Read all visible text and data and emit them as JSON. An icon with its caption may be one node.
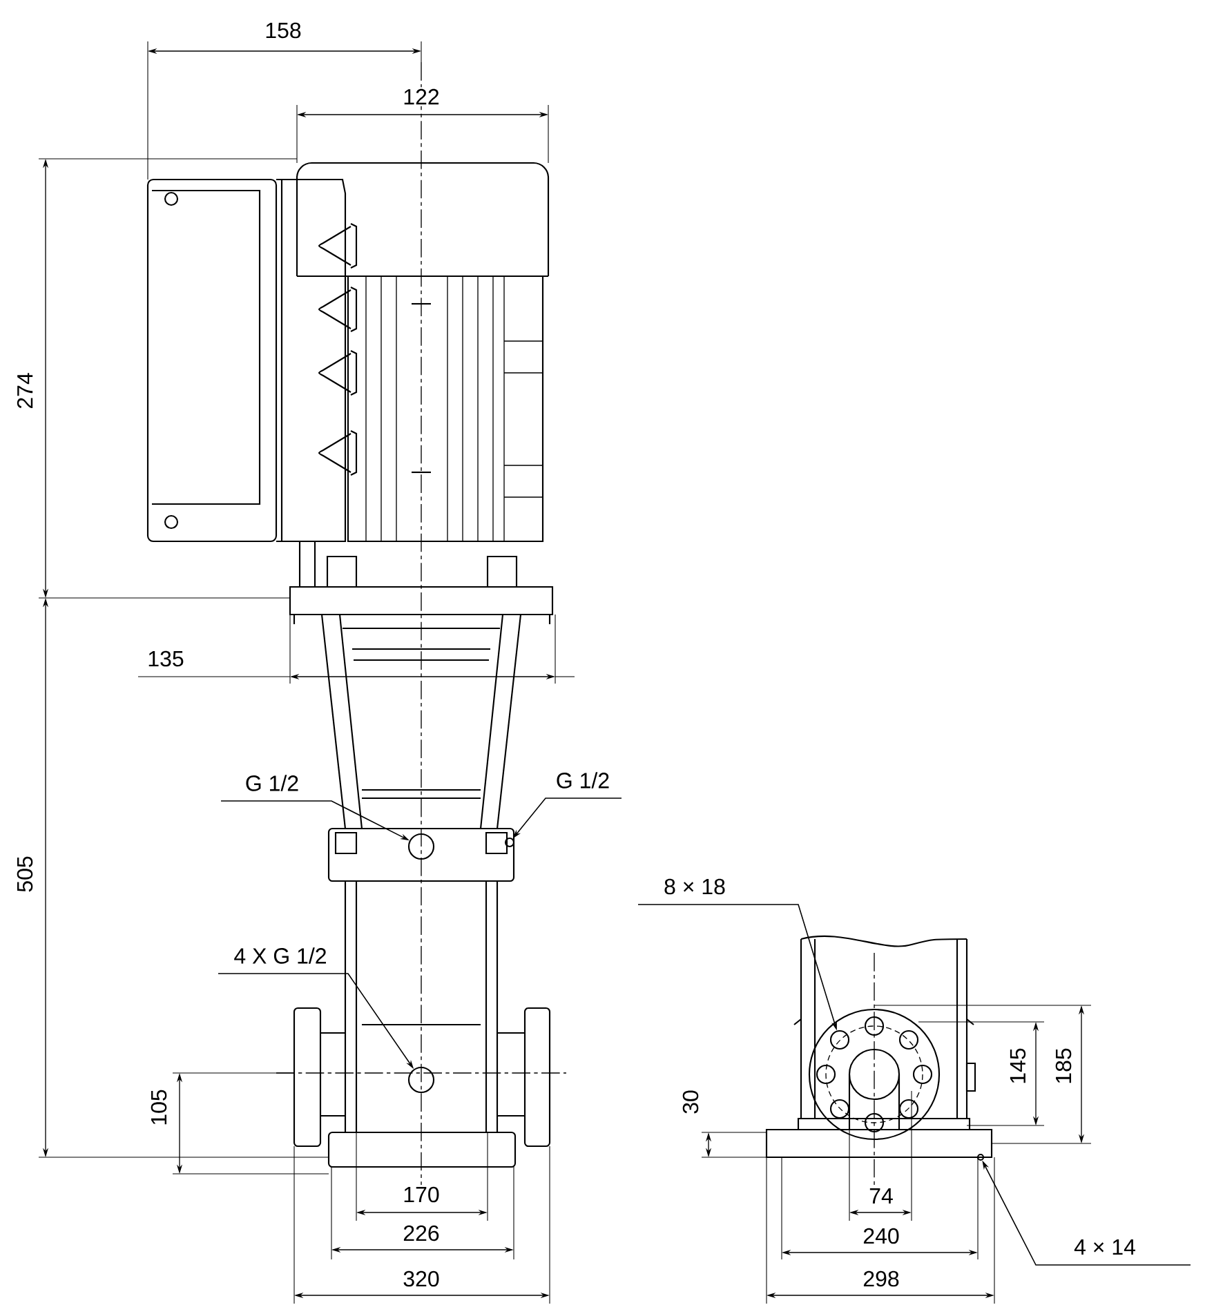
{
  "diagram": {
    "nodes": [
      {
        "text": [
          "G 1/2"
        ]
      },
      {
        "text": [],
        "shape": "circle"
      },
      {
        "text": [
          "G 1/2"
        ]
      },
      {
        "text": [],
        "shape": "circle"
      },
      {
        "text": [
          "4 X G 1/2"
        ]
      },
      {
        "text": [],
        "shape": "circle"
      },
      {
        "text": [
          "8 × 18"
        ]
      },
      {
        "text": [],
        "shape": "circle"
      },
      {
        "text": [
          "4 × 14"
        ]
      },
      {
        "text": [],
        "shape": "circle"
      }
    ],
    "edges": [
      {
        "from": 0,
        "to": 1,
        "arrow": "to"
      },
      {
        "from": 2,
        "to": 3,
        "arrow": "to"
      },
      {
        "from": 4,
        "to": 5,
        "arrow": "to"
      },
      {
        "from": 6,
        "to": 7,
        "arrow": "to"
      },
      {
        "from": 8,
        "to": 9,
        "arrow": "to"
      }
    ],
    "labels": [
      "158",
      "122",
      "274",
      "135",
      "505",
      "145",
      "185",
      "105",
      "30",
      "170",
      "74",
      "226",
      "240",
      "320",
      "298"
    ]
  }
}
